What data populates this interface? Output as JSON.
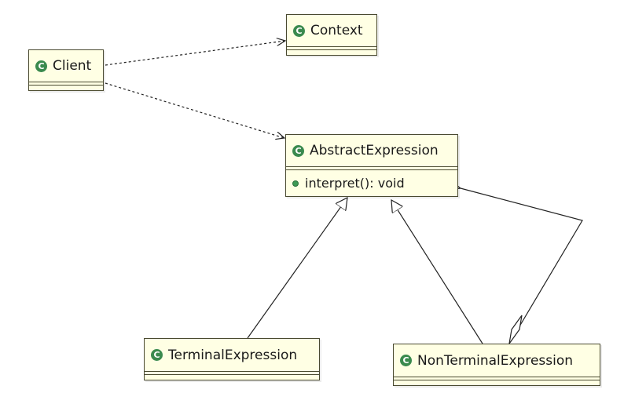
{
  "diagram": {
    "classes": [
      {
        "id": "client",
        "name": "Client",
        "icon": "class-icon",
        "methods": []
      },
      {
        "id": "context",
        "name": "Context",
        "icon": "class-icon",
        "methods": []
      },
      {
        "id": "abstract_expression",
        "name": "AbstractExpression",
        "icon": "class-icon",
        "methods": [
          {
            "visibility": "public",
            "icon": "public-method-icon",
            "signature": "interpret(): void"
          }
        ]
      },
      {
        "id": "terminal_expression",
        "name": "TerminalExpression",
        "icon": "class-icon",
        "methods": []
      },
      {
        "id": "nonterminal_expression",
        "name": "NonTerminalExpression",
        "icon": "class-icon",
        "methods": []
      }
    ],
    "relations": [
      {
        "from": "client",
        "to": "context",
        "kind": "dependency"
      },
      {
        "from": "client",
        "to": "abstract_expression",
        "kind": "dependency"
      },
      {
        "from": "terminal_expression",
        "to": "abstract_expression",
        "kind": "generalization"
      },
      {
        "from": "nonterminal_expression",
        "to": "abstract_expression",
        "kind": "generalization"
      },
      {
        "from": "nonterminal_expression",
        "to": "abstract_expression",
        "kind": "aggregation"
      }
    ],
    "colors": {
      "class_fill": "#ffffe4",
      "class_border": "#4a4a30",
      "class_icon": "#3a8a4e",
      "method_icon": "#3d9a55",
      "line": "#222222"
    },
    "icon_glyph": "C"
  }
}
